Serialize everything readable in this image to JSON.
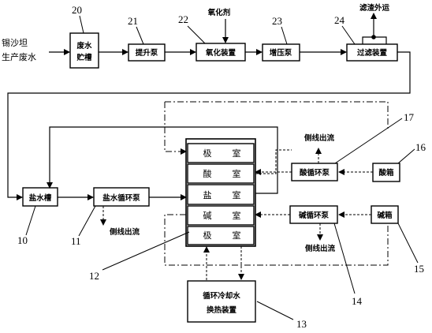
{
  "source_label": [
    "锡沙坦",
    "生产废水"
  ],
  "top_notes": {
    "oxidant": "氧化剂",
    "filter_waste": "滤渣外运"
  },
  "boxes": {
    "wastewater_tank": [
      "废水",
      "贮槽"
    ],
    "lift_pump": "提升泵",
    "oxidation_device": "氧化装置",
    "booster_pump": "增压泵",
    "filter_device": "过滤装置",
    "brine_tank": "盐水槽",
    "brine_circ_pump": "盐水循环泵",
    "acid_circ_pump": "酸循环泵",
    "acid_tank": "酸箱",
    "alkali_circ_pump": "碱循环泵",
    "alkali_tank": "碱箱",
    "cooling_exchanger": [
      "循环冷却水",
      "换热装置"
    ]
  },
  "chambers": [
    {
      "a": "极",
      "b": "室"
    },
    {
      "a": "酸",
      "b": "室"
    },
    {
      "a": "盐",
      "b": "室"
    },
    {
      "a": "碱",
      "b": "室"
    },
    {
      "a": "极",
      "b": "室"
    }
  ],
  "side_outlets": {
    "acid": "侧线出流",
    "brine": "侧线出流",
    "alkali": "侧线出流"
  },
  "numbers": {
    "n20": "20",
    "n21": "21",
    "n22": "22",
    "n23": "23",
    "n24": "24",
    "n17": "17",
    "n16": "16",
    "n10": "10",
    "n11": "11",
    "n12": "12",
    "n15": "15",
    "n14": "14",
    "n13": "13"
  }
}
